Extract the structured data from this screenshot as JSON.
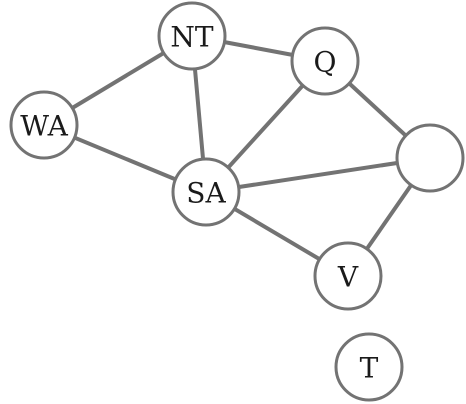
{
  "nodes": [
    {
      "id": "NT",
      "label": "NT"
    },
    {
      "id": "Q",
      "label": "Q"
    },
    {
      "id": "WA",
      "label": "WA"
    },
    {
      "id": "SA",
      "label": "SA"
    },
    {
      "id": "NSW",
      "label": ""
    },
    {
      "id": "V",
      "label": "V"
    },
    {
      "id": "T",
      "label": "T"
    }
  ],
  "edges": [
    [
      "WA",
      "NT"
    ],
    [
      "WA",
      "SA"
    ],
    [
      "NT",
      "SA"
    ],
    [
      "NT",
      "Q"
    ],
    [
      "SA",
      "Q"
    ],
    [
      "SA",
      "NSW"
    ],
    [
      "SA",
      "V"
    ],
    [
      "Q",
      "NSW"
    ],
    [
      "NSW",
      "V"
    ]
  ],
  "colors": {
    "stroke": "#737373",
    "fill": "#ffffff",
    "text": "#1a1a1a"
  }
}
